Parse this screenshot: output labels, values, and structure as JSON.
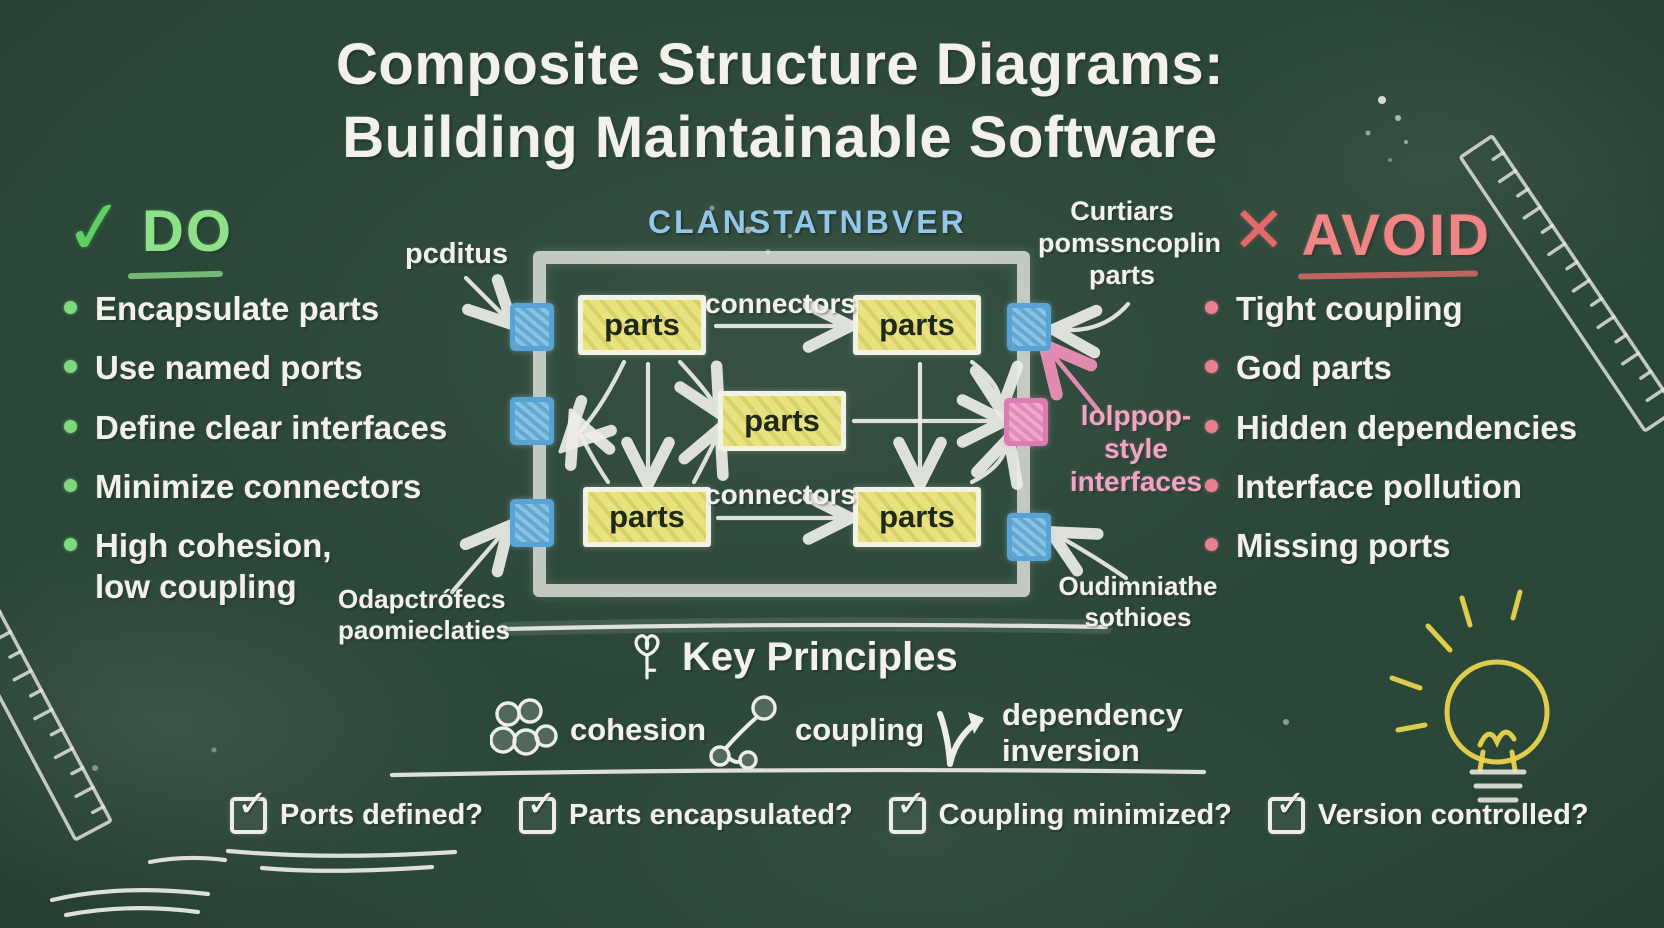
{
  "title": {
    "line1": "Composite Structure Diagrams:",
    "line2": "Building Maintainable Software"
  },
  "do_section": {
    "check_glyph": "✓",
    "heading": "DO",
    "items": [
      "Encapsulate parts",
      "Use named ports",
      "Define clear interfaces",
      "Minimize connectors",
      "High cohesion,\nlow coupling"
    ]
  },
  "avoid_section": {
    "x_glyph": "✕",
    "heading": "AVOID",
    "items": [
      "Tight coupling",
      "God parts",
      "Hidden dependencies",
      "Interface pollution",
      "Missing ports"
    ]
  },
  "diagram": {
    "container_label": "CLANSTATNBVER",
    "parts_labels": [
      "parts",
      "parts",
      "parts",
      "parts",
      "parts"
    ],
    "connectors_label_top": "connectors",
    "connectors_label_bottom": "connectors",
    "annotations": {
      "ports_top_left": "pcditus",
      "ports_top_right": "Curtiars\npomssncoplin\nparts",
      "lollipop": "lolppop-style\ninterfaces",
      "ports_bottom_left": "Odapctrófecs\npaomieclaties",
      "ports_bottom_right": "Oudimniathe\nsothioes"
    }
  },
  "key_principles": {
    "heading": "Key Principles",
    "items": [
      {
        "icon": "cohesion-cluster-icon",
        "label": "cohesion"
      },
      {
        "icon": "coupling-link-icon",
        "label": "coupling"
      },
      {
        "icon": "dependency-inversion-arrow-icon",
        "label": "dependency\ninversion"
      }
    ]
  },
  "checklist": {
    "check_glyph": "✓",
    "items": [
      "Ports defined?",
      "Parts encapsulated?",
      "Coupling minimized?",
      "Version controlled?"
    ]
  },
  "colors": {
    "board_green": "#2b4738",
    "chalk_white": "#f3f2ea",
    "do_green": "#8fe08a",
    "avoid_red": "#ef8585",
    "label_blue": "#93c7ea",
    "part_yellow": "#e6e17b",
    "port_blue": "#83c4e8",
    "port_pink": "#f0a8cc",
    "pink_text": "#f2a4c4",
    "bulb_yellow": "#e7d44e"
  }
}
